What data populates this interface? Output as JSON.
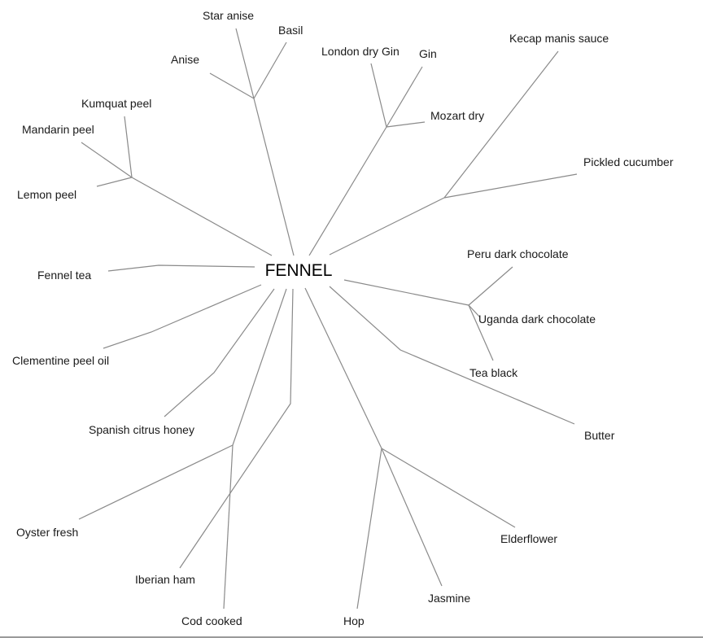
{
  "center": {
    "label": "FENNEL"
  },
  "leaves": {
    "star_anise": "Star anise",
    "basil": "Basil",
    "anise": "Anise",
    "london_dry_gin": "London dry Gin",
    "gin": "Gin",
    "mozart_dry": "Mozart dry",
    "kecap_manis_sauce": "Kecap manis sauce",
    "pickled_cucumber": "Pickled cucumber",
    "kumquat_peel": "Kumquat peel",
    "mandarin_peel": "Mandarin peel",
    "lemon_peel": "Lemon peel",
    "fennel_tea": "Fennel tea",
    "clementine_peel_oil": "Clementine peel oil",
    "peru_dark_chocolate": "Peru dark chocolate",
    "uganda_dark_chocolate": "Uganda dark chocolate",
    "tea_black": "Tea black",
    "butter": "Butter",
    "spanish_citrus_honey": "Spanish citrus honey",
    "oyster_fresh": "Oyster fresh",
    "iberian_ham": "Iberian ham",
    "cod_cooked": "Cod cooked",
    "hop": "Hop",
    "jasmine": "Jasmine",
    "elderflower": "Elderflower"
  }
}
